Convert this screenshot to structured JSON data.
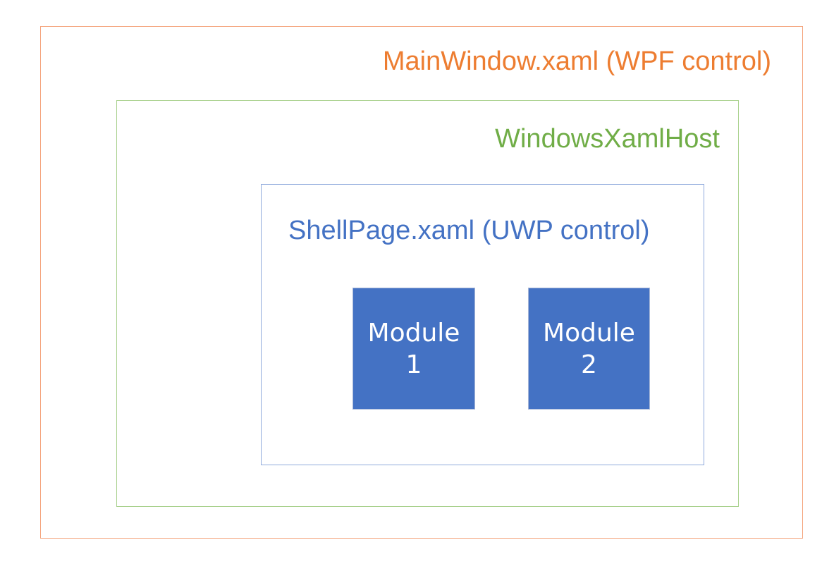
{
  "colors": {
    "main": "#ED7D31",
    "host": "#70AD47",
    "shell": "#4472C4",
    "module_fill": "#4472C4",
    "main_border": "#F4A27A",
    "host_border": "#A9D18E",
    "shell_border": "#8FAADC"
  },
  "main_window": {
    "label": "MainWindow.xaml (WPF control)"
  },
  "host": {
    "label": "WindowsXamlHost"
  },
  "shell_page": {
    "label": "ShellPage.xaml (UWP control)"
  },
  "modules": [
    {
      "line1": "Module",
      "line2": "1"
    },
    {
      "line1": "Module",
      "line2": "2"
    }
  ]
}
